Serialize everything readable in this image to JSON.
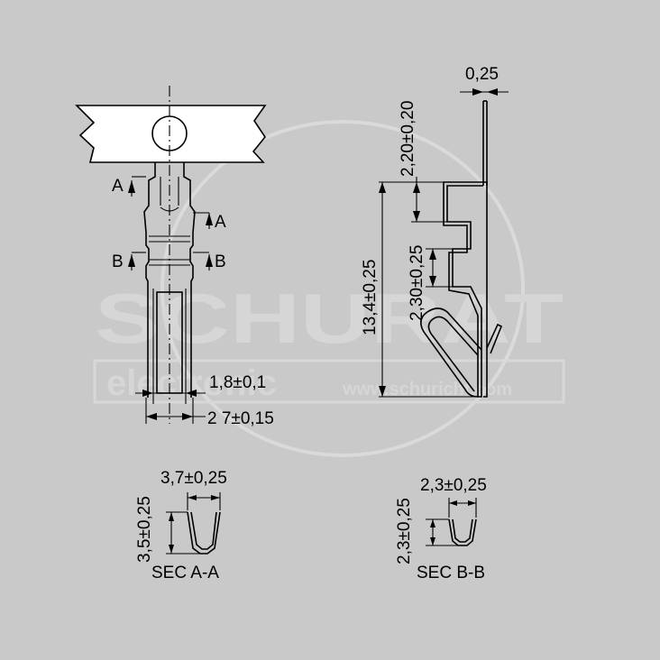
{
  "watermark": {
    "brand": "SCHURAT",
    "subtitle": "electronic",
    "url": "www.schuricht.com"
  },
  "front_view": {
    "dim_tab_width": "1,8±0,1",
    "dim_body_width": "2 7±0,15",
    "section_a": "A",
    "section_b": "B"
  },
  "side_view": {
    "dim_thickness": "0,25",
    "dim_top": "2,20±0,20",
    "dim_overall": "13,4±0,25",
    "dim_middle": "2,30±0,25"
  },
  "section_aa": {
    "width": "3,7±0,25",
    "height": "3,5±0,25",
    "caption": "SEC A-A"
  },
  "section_bb": {
    "width": "2,3±0,25",
    "height": "2,3±0,25",
    "caption": "SEC B-B"
  }
}
